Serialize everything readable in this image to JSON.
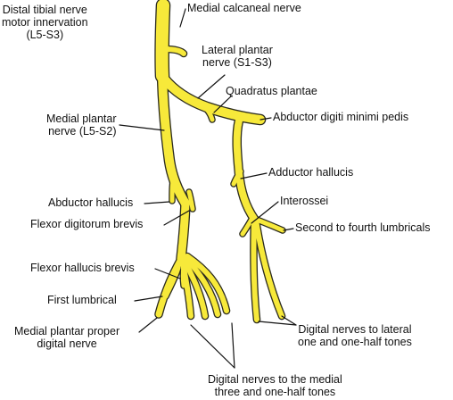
{
  "colors": {
    "nerve_fill": "#F7E93A",
    "nerve_outline": "#2B2B1F",
    "leader": "#111111",
    "text": "#111111",
    "background": "#FFFFFF"
  },
  "labels": {
    "distal_tibial": [
      "Distal tibial nerve",
      "motor innervation",
      "(L5-S3)"
    ],
    "medial_calcaneal": "Medial calcaneal nerve",
    "lateral_plantar": [
      "Lateral plantar",
      "nerve (S1-S3)"
    ],
    "quadratus_plantae": "Quadratus plantae",
    "abductor_digiti_minimi": "Abductor digiti minimi pedis",
    "medial_plantar": [
      "Medial plantar",
      "nerve (L5-S2)"
    ],
    "adductor_hallucis": "Adductor hallucis",
    "abductor_hallucis": "Abductor hallucis",
    "interossei": "Interossei",
    "flexor_digitorum_brevis": "Flexor digitorum brevis",
    "second_to_fourth_lumbricals": "Second to fourth lumbricals",
    "flexor_hallucis_brevis": "Flexor hallucis brevis",
    "first_lumbrical": "First lumbrical",
    "medial_plantar_proper": [
      "Medial plantar proper",
      "digital nerve"
    ],
    "digital_lateral": [
      "Digital nerves to lateral",
      "one and one-half tones"
    ],
    "digital_medial": [
      "Digital nerves to the medial",
      "three and one-half tones"
    ]
  }
}
